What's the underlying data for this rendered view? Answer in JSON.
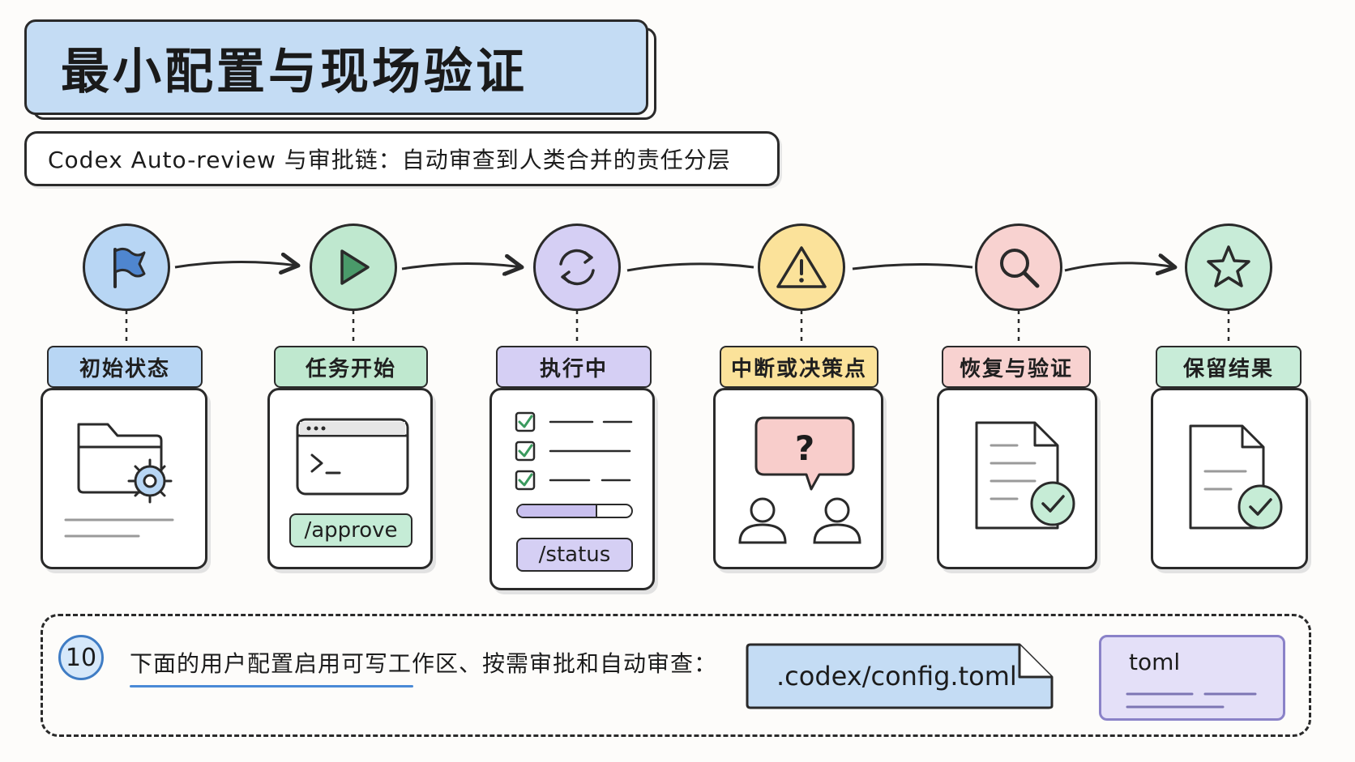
{
  "title": "最小配置与现场验证",
  "subtitle": "Codex Auto-review 与审批链：自动审查到人类合并的责任分层",
  "steps": [
    {
      "label": "初始状态",
      "color": "#b8d6f4",
      "icon": "flag-icon",
      "illustration": "folder-gear-icon"
    },
    {
      "label": "任务开始",
      "color": "#bfe8cf",
      "icon": "play-icon",
      "illustration": "terminal-window",
      "command": "/approve"
    },
    {
      "label": "执行中",
      "color": "#d5cff4",
      "icon": "refresh-icon",
      "illustration": "checklist",
      "command": "/status",
      "progress": 0.7
    },
    {
      "label": "中断或决策点",
      "color": "#fbe29a",
      "icon": "warning-icon",
      "illustration": "question-users"
    },
    {
      "label": "恢复与验证",
      "color": "#f8d2d0",
      "icon": "search-icon",
      "illustration": "document-check"
    },
    {
      "label": "保留结果",
      "color": "#c8ecd8",
      "icon": "star-icon",
      "illustration": "document-check"
    }
  ],
  "bottom": {
    "number": "10",
    "text": "下面的用户配置启用可写工作区、按需审批和自动审查：",
    "file": ".codex/config.toml",
    "format": "toml"
  },
  "colors": {
    "title_bg": "#c4dcf4",
    "file_bg": "#c4dcf4",
    "toml_bg": "#e4e0f8",
    "accent": "#4a8ad6"
  }
}
